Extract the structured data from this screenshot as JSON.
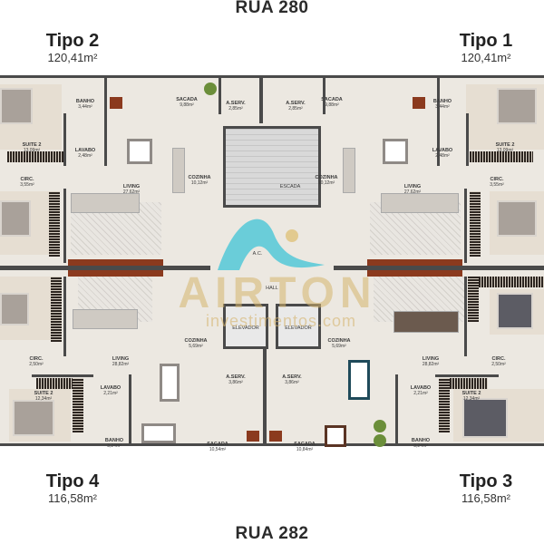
{
  "streets": {
    "top": "RUA 280",
    "bottom": "RUA 282"
  },
  "units": [
    {
      "name": "Tipo 2",
      "area": "120,41m²"
    },
    {
      "name": "Tipo 1",
      "area": "120,41m²"
    },
    {
      "name": "Tipo 4",
      "area": "116,58m²"
    },
    {
      "name": "Tipo 3",
      "area": "116,58m²"
    }
  ],
  "rooms": {
    "tipo2": {
      "banho": {
        "name": "BANHO",
        "area": "3,44m²"
      },
      "suite": {
        "name": "SUITE 2",
        "area": "13,09m²"
      },
      "lavabo": {
        "name": "LAVABO",
        "area": "2,48m²"
      },
      "circ": {
        "name": "CIRC.",
        "area": "3,55m²"
      },
      "living": {
        "name": "LIVING",
        "area": "27,62m²"
      },
      "cozinha": {
        "name": "COZINHA",
        "area": "10,12m²"
      },
      "sacada": {
        "name": "SACADA",
        "area": "9,88m²"
      },
      "aserv": {
        "name": "A.SERV.",
        "area": "2,85m²"
      }
    },
    "tipo1": {
      "banho": {
        "name": "BANHO",
        "area": "3,44m²"
      },
      "suite": {
        "name": "SUITE 2",
        "area": "13,09m²"
      },
      "lavabo": {
        "name": "LAVABO",
        "area": "2,48m²"
      },
      "circ": {
        "name": "CIRC.",
        "area": "3,55m²"
      },
      "living": {
        "name": "LIVING",
        "area": "27,62m²"
      },
      "cozinha": {
        "name": "COZINHA",
        "area": "10,12m²"
      },
      "sacada": {
        "name": "SACADA",
        "area": "9,88m²"
      },
      "aserv": {
        "name": "A.SERV.",
        "area": "2,85m²"
      }
    },
    "tipo4": {
      "circ": {
        "name": "CIRC.",
        "area": "2,50m²"
      },
      "living": {
        "name": "LIVING",
        "area": "28,82m²"
      },
      "lavabo": {
        "name": "LAVABO",
        "area": "2,21m²"
      },
      "suite": {
        "name": "SUITE 2",
        "area": "12,34m²"
      },
      "banho": {
        "name": "BANHO",
        "area": "3,24m²"
      },
      "cozinha": {
        "name": "COZINHA",
        "area": "5,69m²"
      },
      "aserv": {
        "name": "A.SERV.",
        "area": "3,86m²"
      },
      "sacada": {
        "name": "SACADA",
        "area": "10,54m²"
      }
    },
    "tipo3": {
      "circ": {
        "name": "CIRC.",
        "area": "2,50m²"
      },
      "living": {
        "name": "LIVING",
        "area": "28,82m²"
      },
      "lavabo": {
        "name": "LAVABO",
        "area": "2,21m²"
      },
      "suite": {
        "name": "SUITE 2",
        "area": "12,34m²"
      },
      "banho": {
        "name": "BANHO",
        "area": "3,24m²"
      },
      "cozinha": {
        "name": "COZINHA",
        "area": "5,69m²"
      },
      "aserv": {
        "name": "A.SERV.",
        "area": "3,86m²"
      },
      "sacada": {
        "name": "SACADA",
        "area": "10,84m²"
      }
    },
    "common": {
      "escada": "ESCADA",
      "hall": "HALL",
      "elevador1": "ELEVADOR",
      "elevador2": "ELEVADOR",
      "ac": "A.C."
    }
  },
  "watermark": {
    "brand": "AIRTON",
    "site": "investimentos.com"
  },
  "colors": {
    "floor": "#ece8e1",
    "wall": "#4a4a4a",
    "accent_wave": "#3fc4d6",
    "watermark": "#d6b46e"
  }
}
